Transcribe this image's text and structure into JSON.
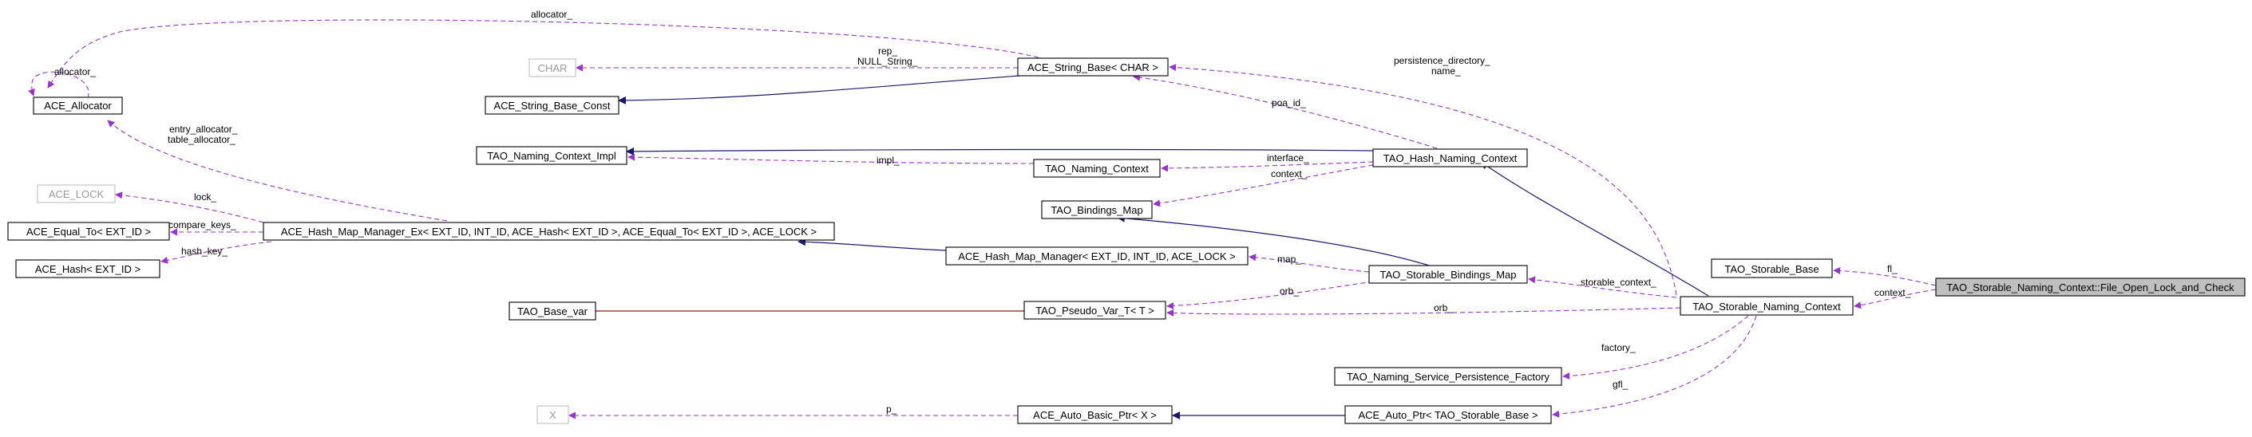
{
  "diagram": {
    "nodes": {
      "ace_allocator": "ACE_Allocator",
      "char": "CHAR",
      "ace_string_base_const": "ACE_String_Base_Const",
      "ace_string_base": "ACE_String_Base< CHAR >",
      "tao_naming_context_impl": "TAO_Naming_Context_Impl",
      "tao_naming_context": "TAO_Naming_Context",
      "tao_hash_naming_context": "TAO_Hash_Naming_Context",
      "tao_bindings_map": "TAO_Bindings_Map",
      "ace_lock": "ACE_LOCK",
      "ace_equal_to": "ACE_Equal_To< EXT_ID >",
      "ace_hash": "ACE_Hash< EXT_ID >",
      "ace_hash_map_manager_ex": "ACE_Hash_Map_Manager_Ex< EXT_ID, INT_ID, ACE_Hash< EXT_ID >, ACE_Equal_To< EXT_ID >, ACE_LOCK >",
      "ace_hash_map_manager": "ACE_Hash_Map_Manager< EXT_ID, INT_ID, ACE_LOCK >",
      "tao_storable_bindings_map": "TAO_Storable_Bindings_Map",
      "tao_base_var": "TAO_Base_var",
      "tao_pseudo_var": "TAO_Pseudo_Var_T< T >",
      "tao_storable_naming_context": "TAO_Storable_Naming_Context",
      "tao_storable_base": "TAO_Storable_Base",
      "focus": "TAO_Storable_Naming_Context::File_Open_Lock_and_Check",
      "tao_naming_service_persistence_factory": "TAO_Naming_Service_Persistence_Factory",
      "x": "X",
      "ace_auto_basic_ptr": "ACE_Auto_Basic_Ptr< X >",
      "ace_auto_ptr": "ACE_Auto_Ptr< TAO_Storable_Base >"
    },
    "edge_labels": {
      "allocator_top": "allocator_",
      "allocator_self": "allocator_",
      "rep_null_1": "rep_",
      "rep_null_2": "NULL_String_",
      "persistence_1": "persistence_directory_",
      "persistence_2": "name_",
      "poa_id": "poa_id_",
      "entry_alloc_1": "entry_allocator_",
      "entry_alloc_2": "table_allocator_",
      "impl": "impl_",
      "interface": "interface_",
      "context_hash": "context_",
      "lock": "lock_",
      "compare_keys": "compare_keys_",
      "hash_key": "hash_key_",
      "map": "map_",
      "fl": "fl_",
      "storable_context": "storable_context_",
      "context_focus": "context_",
      "orb_upper": "orb_",
      "orb_lower": "orb_",
      "factory": "factory_",
      "gfl": "gfl_",
      "p": "p_"
    }
  }
}
